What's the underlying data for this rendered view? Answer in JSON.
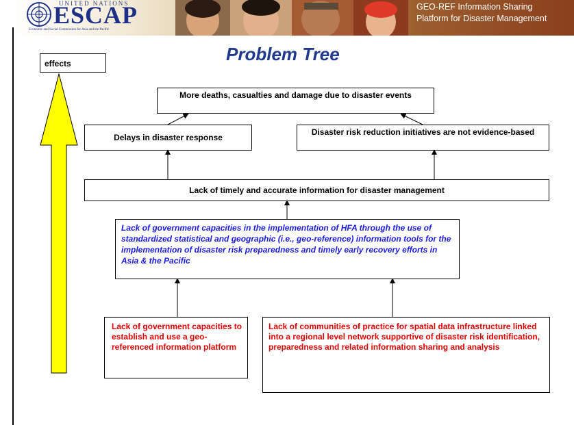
{
  "header": {
    "logo_org_line": "UNITED NATIONS",
    "logo_name": "ESCAP",
    "logo_subline": "Economic and Social Commission for Asia and the Pacific",
    "title_line1": "GEO-REF Information Sharing",
    "title_line2": "Platform for Disaster Management"
  },
  "slide": {
    "title": "Problem Tree",
    "effects_label": "effects"
  },
  "tree": {
    "top": "More deaths, casualties and damage due to disaster events",
    "effect_left": "Delays in disaster response",
    "effect_right": "Disaster risk reduction initiatives are not evidence-based",
    "middle": "Lack of timely and accurate information for disaster management",
    "core": "Lack of government capacities in the implementation of HFA through the use of standardized statistical and geographic (i.e., geo-reference) information tools for the implementation of disaster risk preparedness and timely early recovery efforts in Asia & the Pacific",
    "cause_left": "Lack of government capacities to establish and use a geo-referenced information platform",
    "cause_right": "Lack of communities of practice for spatial data infrastructure linked into a regional level network supportive of disaster risk identification, preparedness and related information sharing and analysis"
  },
  "colors": {
    "core_text": "#1a1adc",
    "cause_text": "#e00000",
    "effects_arrow_fill": "#ffff00",
    "title_color": "#1f3a8c"
  }
}
